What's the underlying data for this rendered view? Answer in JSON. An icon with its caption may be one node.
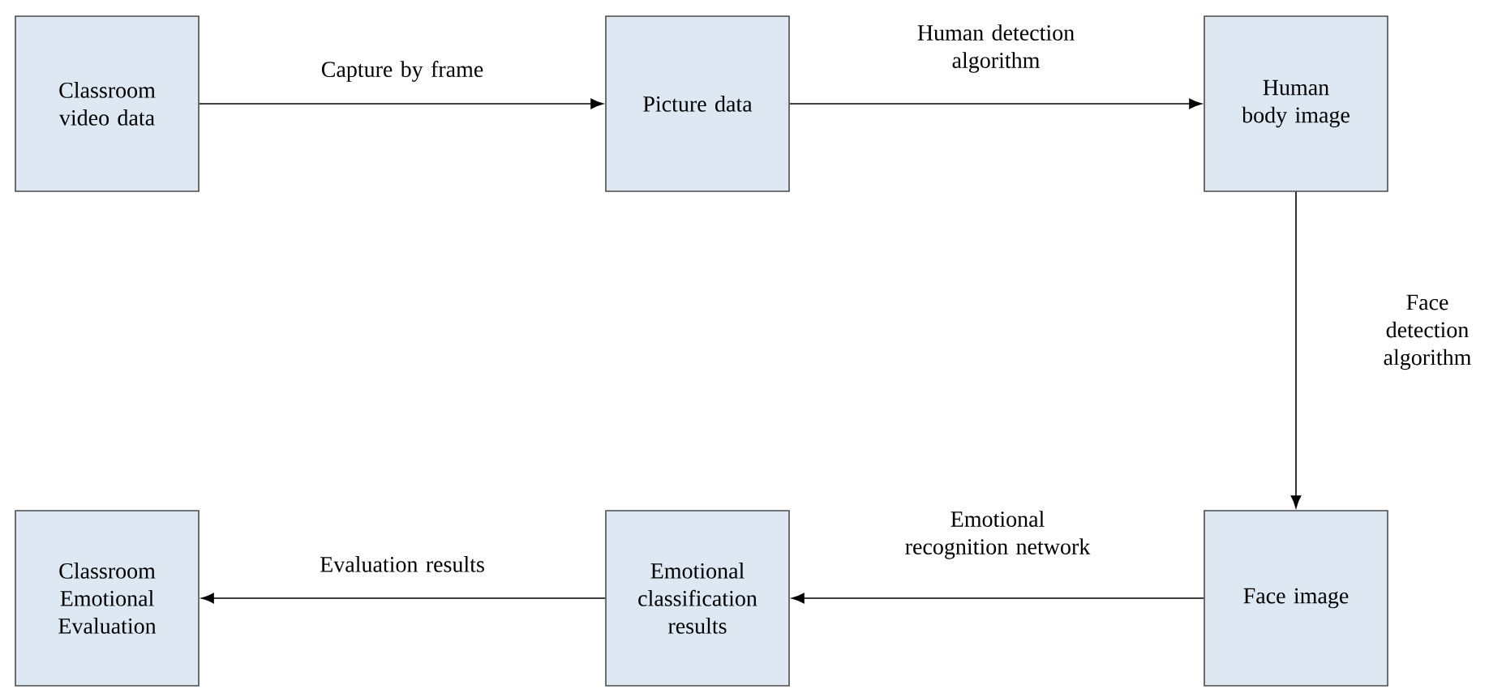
{
  "diagram": {
    "nodes": [
      {
        "text": [
          "Classroom video data"
        ]
      },
      {
        "text": [
          "Picture data"
        ]
      },
      {
        "text": [
          "Human body image"
        ]
      },
      {
        "text": [
          "Classroom Emotional Evaluation"
        ]
      },
      {
        "text": [
          "Emotional classification results"
        ]
      },
      {
        "text": [
          "Face image"
        ]
      }
    ],
    "edges": [
      {
        "from": 0,
        "to": 1,
        "arrow": "to",
        "label": "Capture by frame"
      },
      {
        "from": 1,
        "to": 2,
        "arrow": "to",
        "label": "Human detection algorithm"
      },
      {
        "from": 2,
        "to": 5,
        "arrow": "to",
        "label": "Face detection algorithm"
      },
      {
        "from": 5,
        "to": 4,
        "arrow": "to",
        "label": "Emotional recognition network"
      },
      {
        "from": 4,
        "to": 3,
        "arrow": "to",
        "label": "Evaluation results"
      }
    ]
  }
}
